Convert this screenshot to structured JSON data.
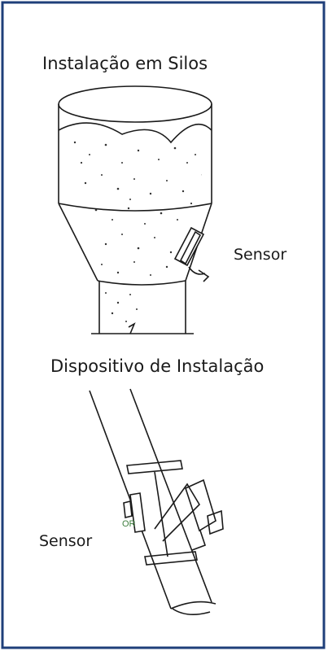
{
  "section1": {
    "title": "Instalação em Silos",
    "sensor_label": "Sensor"
  },
  "section2": {
    "title": "Dispositivo de Instalação",
    "sensor_label": "Sensor",
    "small_mark": "OR"
  },
  "colors": {
    "frame_border": "#1f3f7a",
    "line": "#1a1a1a",
    "powder": "#333333",
    "mark": "#3f7f3f"
  }
}
